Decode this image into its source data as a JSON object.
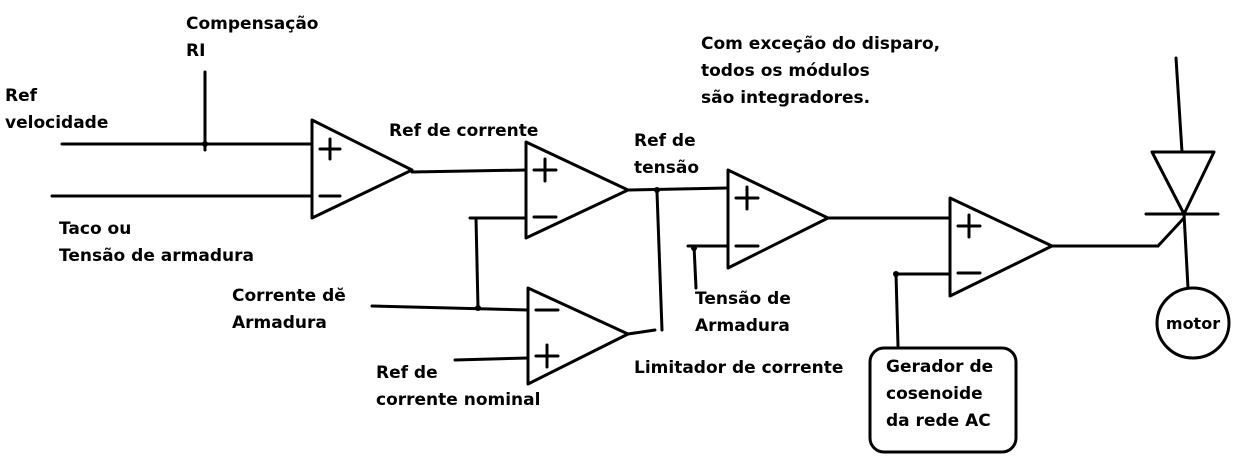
{
  "labels": {
    "comp_line1": "Compensação",
    "comp_line2": "RI",
    "refvel_line1": "Ref",
    "refvel_line2": "velocidade",
    "taco_line1": "Taco ou",
    "taco_line2": "Tensão de armadura",
    "refcorr": "Ref de corrente",
    "reftens_line1": "Ref de",
    "reftens_line2": "tensão",
    "corrarm_line1": "Corrente dĕ",
    "corrarm_line2": "Armadura",
    "refnom_line1": "Ref de",
    "refnom_line2": "corrente nominal",
    "tensarm_line1": "Tensão de",
    "tensarm_line2": "Armadura",
    "limitador": "Limitador de corrente",
    "note_line1": "Com exceção do disparo,",
    "note_line2": "todos os módulos",
    "note_line3": "são integradores.",
    "gerador_line1": "Gerador de",
    "gerador_line2": "cosenoide",
    "gerador_line3": "da rede AC",
    "motor": "motor"
  },
  "colors": {
    "stroke": "#000000",
    "background": "#ffffff"
  }
}
